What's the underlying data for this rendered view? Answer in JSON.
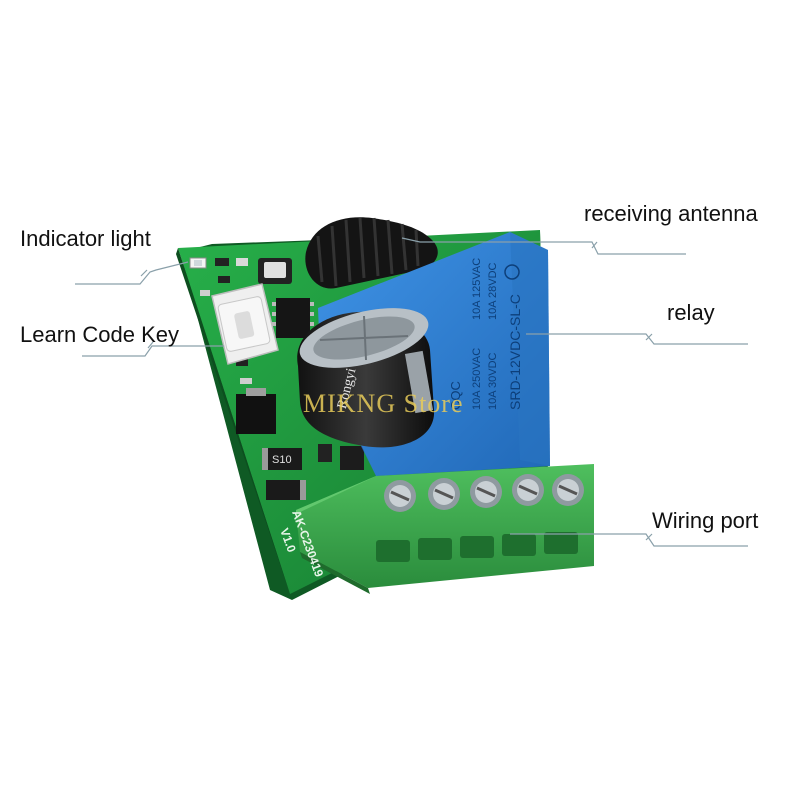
{
  "labels": {
    "indicator_light": "Indicator light",
    "learn_code_key": "Learn Code Key",
    "receiving_antenna": "receiving antenna",
    "relay": "relay",
    "wiring_port": "Wiring port"
  },
  "watermark": "MIKNG Store",
  "board": {
    "silkscreen_model": "AK-C230419",
    "silkscreen_version": "V1.0",
    "diode_marking": "S10"
  },
  "capacitor": {
    "brand": "Rongyi"
  },
  "relay": {
    "brand": "CQC",
    "ratings": [
      "10A 250VAC",
      "10A 30VDC",
      "10A 125VAC",
      "10A 28VDC"
    ],
    "model": "SRD-12VDC-SL-C"
  },
  "colors": {
    "pcb_green": "#1f9a3c",
    "relay_blue": "#2f7fd0",
    "terminal_green": "#3aa64a",
    "callout_line": "#8aa0aa"
  },
  "icons": {
    "terminal_screw": "screw-icon"
  }
}
